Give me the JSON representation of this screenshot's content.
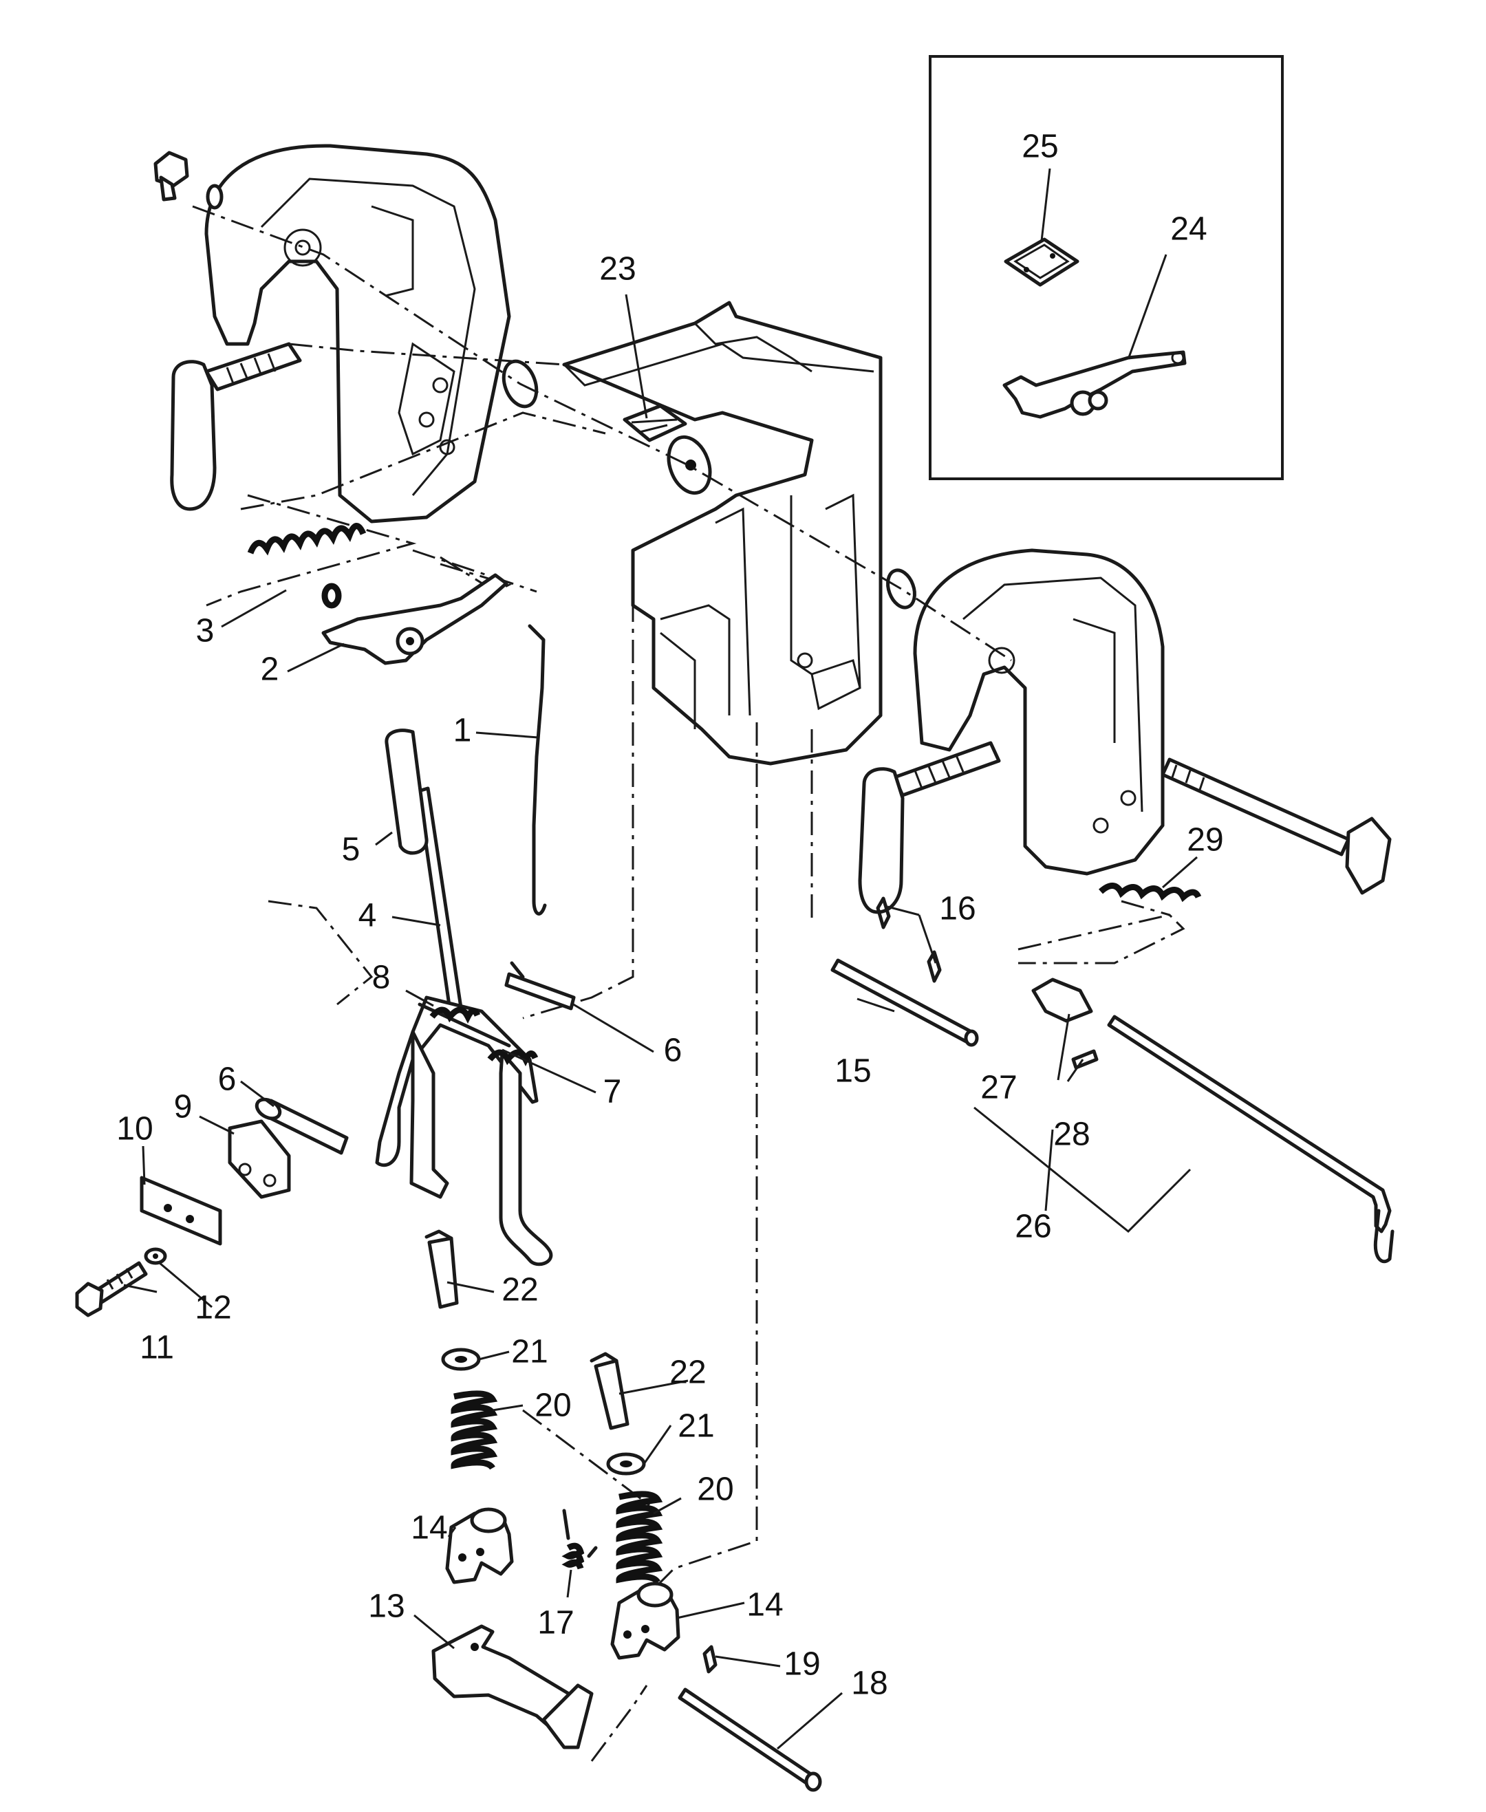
{
  "diagram": {
    "callouts": [
      {
        "id": "c1",
        "label": "1"
      },
      {
        "id": "c2",
        "label": "2"
      },
      {
        "id": "c3",
        "label": "3"
      },
      {
        "id": "c4",
        "label": "4"
      },
      {
        "id": "c5",
        "label": "5"
      },
      {
        "id": "c6a",
        "label": "6"
      },
      {
        "id": "c6b",
        "label": "6"
      },
      {
        "id": "c7",
        "label": "7"
      },
      {
        "id": "c8",
        "label": "8"
      },
      {
        "id": "c9",
        "label": "9"
      },
      {
        "id": "c10",
        "label": "10"
      },
      {
        "id": "c11",
        "label": "11"
      },
      {
        "id": "c12",
        "label": "12"
      },
      {
        "id": "c13",
        "label": "13"
      },
      {
        "id": "c14a",
        "label": "14"
      },
      {
        "id": "c14b",
        "label": "14"
      },
      {
        "id": "c15",
        "label": "15"
      },
      {
        "id": "c16",
        "label": "16"
      },
      {
        "id": "c17",
        "label": "17"
      },
      {
        "id": "c18",
        "label": "18"
      },
      {
        "id": "c19",
        "label": "19"
      },
      {
        "id": "c20a",
        "label": "20"
      },
      {
        "id": "c20b",
        "label": "20"
      },
      {
        "id": "c21a",
        "label": "21"
      },
      {
        "id": "c21b",
        "label": "21"
      },
      {
        "id": "c22a",
        "label": "22"
      },
      {
        "id": "c22b",
        "label": "22"
      },
      {
        "id": "c23",
        "label": "23"
      },
      {
        "id": "c24",
        "label": "24"
      },
      {
        "id": "c25",
        "label": "25"
      },
      {
        "id": "c26",
        "label": "26"
      },
      {
        "id": "c27",
        "label": "27"
      },
      {
        "id": "c28",
        "label": "28"
      },
      {
        "id": "c29",
        "label": "29"
      }
    ]
  }
}
